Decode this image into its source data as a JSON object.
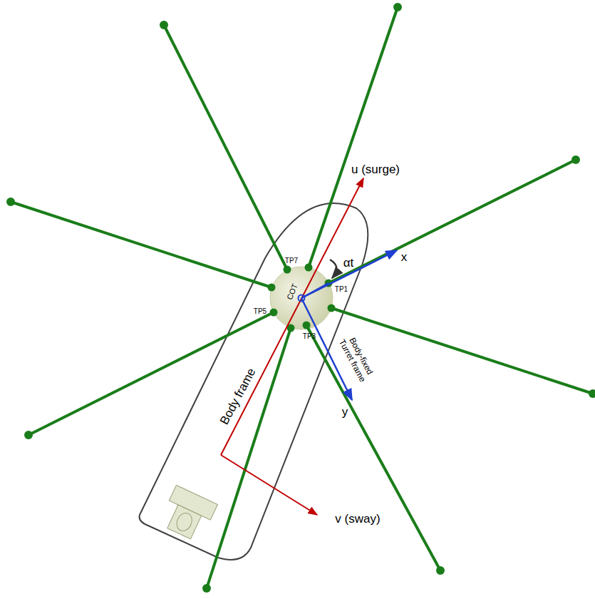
{
  "diagram": {
    "nodes": [
      {
        "text": [
          "COT"
        ]
      }
    ],
    "labels": [
      "u (surge)",
      "v (sway)",
      "x",
      "y",
      "αt",
      "TP7",
      "TP1",
      "TP5",
      "TP3",
      "Body frame",
      "Body-fixed Turret frame"
    ]
  }
}
